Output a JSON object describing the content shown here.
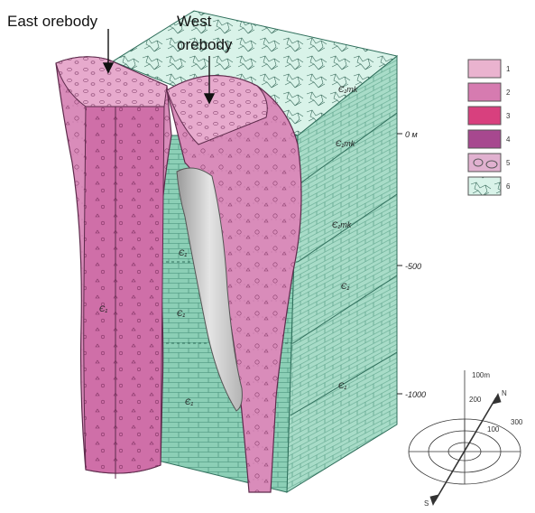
{
  "labels": {
    "east": "East orebody",
    "west_line1": "West",
    "west_line2": "orebody"
  },
  "depth_marks": [
    "0 м",
    "-500",
    "-1000"
  ],
  "rock_codes": [
    "Є₁mk",
    "Є₁mk",
    "Є₁mk",
    "Є₁",
    "Є₁",
    "Є₁",
    "Є₁",
    "Є₁",
    "Є₁"
  ],
  "legend": {
    "numbers": [
      "1",
      "2",
      "3",
      "4",
      "5",
      "6"
    ],
    "colors": [
      "#eab3cf",
      "#d67bb0",
      "#d8407e",
      "#a7488f",
      "#e1b1d0",
      "#cdeee0"
    ]
  },
  "compass": {
    "scale_labels": [
      "100m",
      "200",
      "300",
      "100"
    ],
    "north": "N",
    "south": "S"
  },
  "colors": {
    "ore_pink": "#d686b7",
    "ore_dark": "#c0699f",
    "limestone_green": "#9fd6c2",
    "limestone_green_dark": "#7fc2ab",
    "top_green": "#d4f2e7",
    "cave_grey": "#c9c9c9"
  }
}
